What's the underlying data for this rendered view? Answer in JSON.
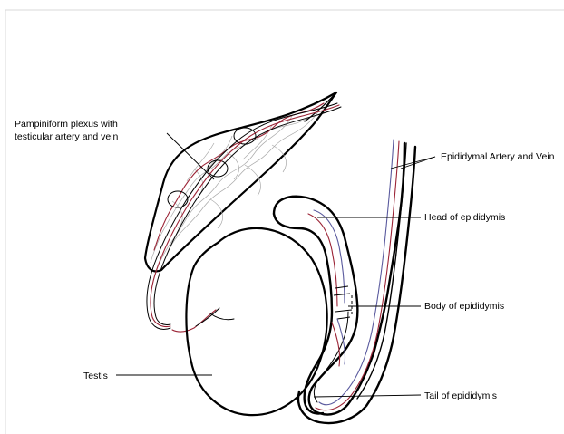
{
  "labels": {
    "pampiniform_line1": "Pampiniform plexus with",
    "pampiniform_line2": "testicular artery and vein",
    "epididymal_vessels": "Epididymal Artery and Vein",
    "head": "Head of epididymis",
    "body": "Body of epididymis",
    "tail": "Tail of epididymis",
    "testis": "Testis"
  },
  "colors": {
    "artery": "#9b2335",
    "vein": "#5a5a9e",
    "plexus_veins": "#a9a9a9",
    "outline": "#000000"
  }
}
